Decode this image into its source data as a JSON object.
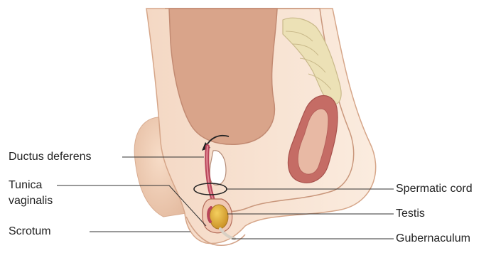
{
  "labels": {
    "ductus_deferens": "Ductus deferens",
    "tunica_line1": "Tunica",
    "tunica_line2": "vaginalis",
    "scrotum": "Scrotum",
    "spermatic_cord": "Spermatic cord",
    "testis": "Testis",
    "gubernaculum": "Gubernaculum"
  },
  "colors": {
    "skin": "#f2d7c2",
    "skin_shadow": "#e2b79c",
    "body_wall": "#f7e3d2",
    "bladder": "#dba88e",
    "bone": "#ede3bb",
    "bowel": "#c8716a",
    "duct": "#b9475a",
    "testis": "#e3b13c",
    "line": "#333333"
  }
}
